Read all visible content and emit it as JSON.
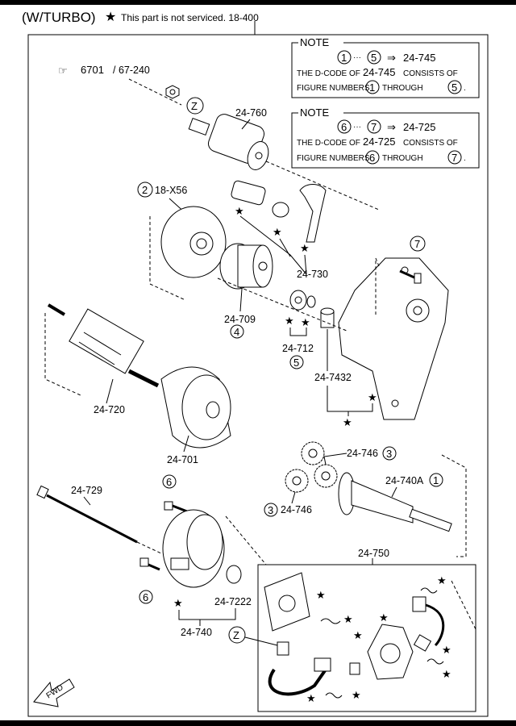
{
  "header": {
    "title": "(W/TURBO)",
    "star_note": "This part is not serviced.",
    "group_ref": "18-400"
  },
  "ref_link": {
    "code": "6701",
    "sub": "/ 67-240"
  },
  "note1": {
    "heading": "NOTE",
    "range_from": "1",
    "range_to": "5",
    "dots": "···",
    "arrow": "⇒",
    "code": "24-745",
    "line2_a": "THE D-CODE OF",
    "line2_code": "24-745",
    "line2_b": "CONSISTS OF",
    "line3_a": "FIGURE NUMBERS",
    "line3_through": "THROUGH",
    "line3_end": "."
  },
  "note2": {
    "heading": "NOTE",
    "range_from": "6",
    "range_to": "7",
    "dots": "···",
    "arrow": "⇒",
    "code": "24-725",
    "line2_a": "THE D-CODE OF",
    "line2_code": "24-725",
    "line2_b": "CONSISTS OF",
    "line3_a": "FIGURE NUMBERS",
    "line3_through": "THROUGH",
    "line3_end": "."
  },
  "labels": {
    "l24_760": "24-760",
    "l18_x56": "18-X56",
    "l24_730": "24-730",
    "l24_709": "24-709",
    "l24_712": "24-712",
    "l24_7432": "24-7432",
    "l24_720": "24-720",
    "l24_701": "24-701",
    "l24_746a": "24-746",
    "l24_746b": "24-746",
    "l24_740a": "24-740A",
    "l24_729": "24-729",
    "l24_7222": "24-7222",
    "l24_740": "24-740",
    "l24_750": "24-750"
  },
  "circles": {
    "c_z1": "Z",
    "c_z2": "Z",
    "c_2": "2",
    "c_4": "4",
    "c_5": "5",
    "c_7": "7",
    "c_3a": "3",
    "c_3b": "3",
    "c_1": "1",
    "c_6a": "6",
    "c_6b": "6"
  },
  "fwd": "FWD",
  "star_glyph": "★",
  "hand_glyph": "☞"
}
